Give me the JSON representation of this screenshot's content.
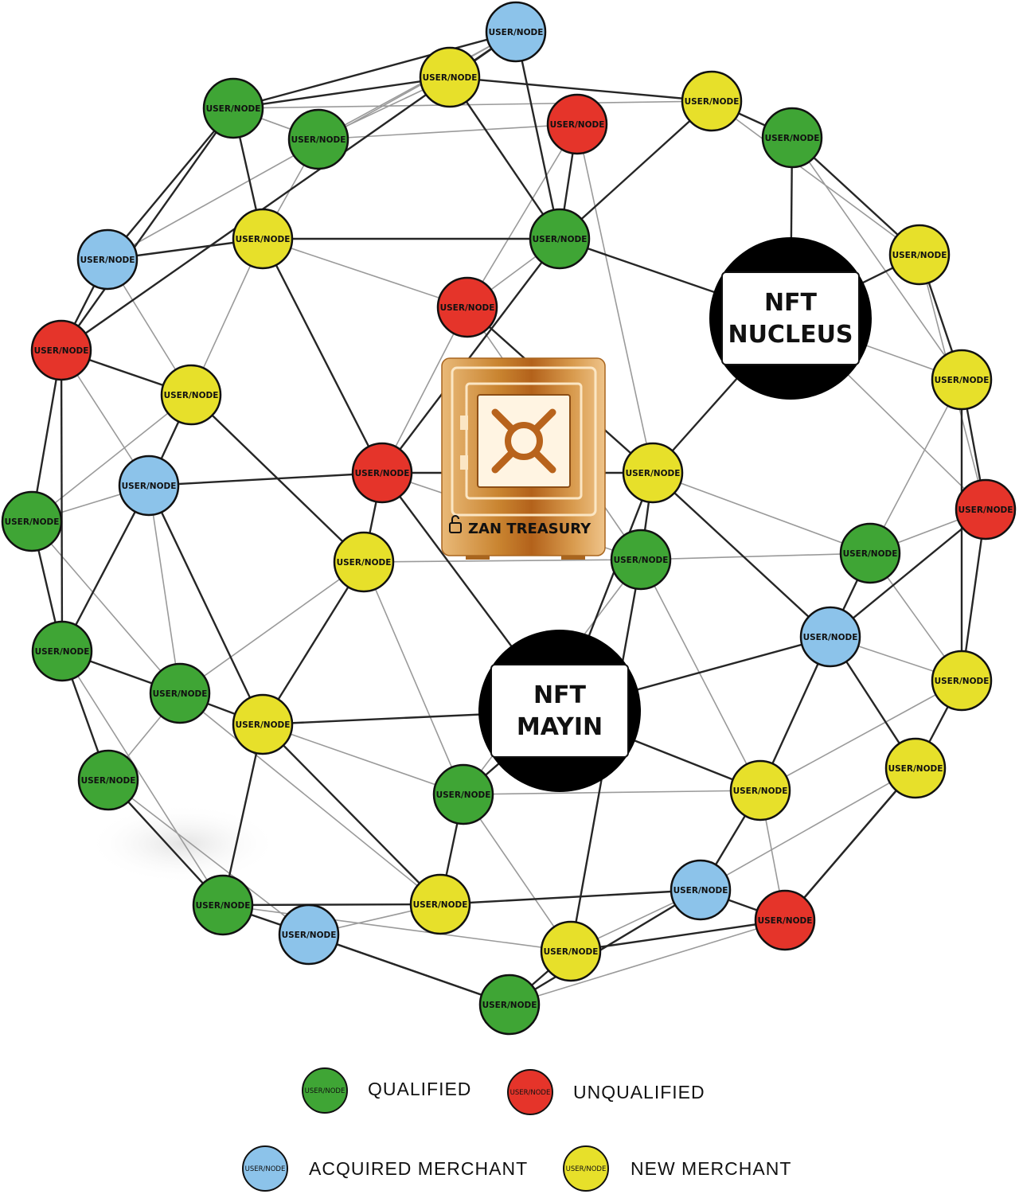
{
  "colors": {
    "qualified": "#3fa535",
    "unqualified": "#e5342a",
    "acquired": "#8cc3ea",
    "new": "#e7e02a",
    "hub": "#000000",
    "edge_dark": "#262626",
    "edge_light": "#9a9a9a",
    "treasury": "#c98a3c"
  },
  "node_label": "USER/NODE",
  "hubs": {
    "nucleus": {
      "line1": "NFT",
      "line2": "NUCLEUS"
    },
    "mayin": {
      "line1": "NFT",
      "line2": "MAYIN"
    }
  },
  "treasury": {
    "label": "ZAN TREASURY",
    "icon": "safe-icon",
    "lock_icon": "padlock-icon"
  },
  "legend": [
    {
      "key": "qualified",
      "label": "QUALIFIED"
    },
    {
      "key": "unqualified",
      "label": "UNQUALIFIED"
    },
    {
      "key": "acquired",
      "label": "ACQUIRED MERCHANT"
    },
    {
      "key": "new",
      "label": "NEW MERCHANT"
    }
  ]
}
